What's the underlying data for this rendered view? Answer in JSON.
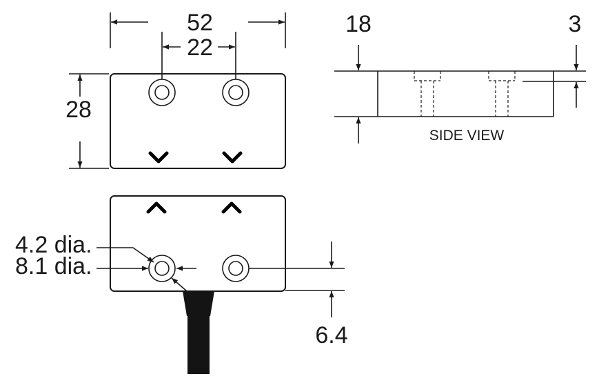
{
  "dimensions": {
    "overall_width": "52",
    "hole_spacing": "22",
    "height": "28",
    "side_thickness": "18",
    "counterbore_depth": "3",
    "hole_edge_offset": "6.4"
  },
  "callouts": {
    "inner_hole": "4.2 dia.",
    "outer_hole": "8.1 dia."
  },
  "side_view_label": "SIDE VIEW",
  "colors": {
    "line": "#1a1a1a",
    "cable": "#141414",
    "background": "#ffffff"
  },
  "icons": [
    "chevron-down-icon",
    "chevron-up-icon",
    "mounting-hole-icon",
    "dimension-arrow-icon"
  ]
}
